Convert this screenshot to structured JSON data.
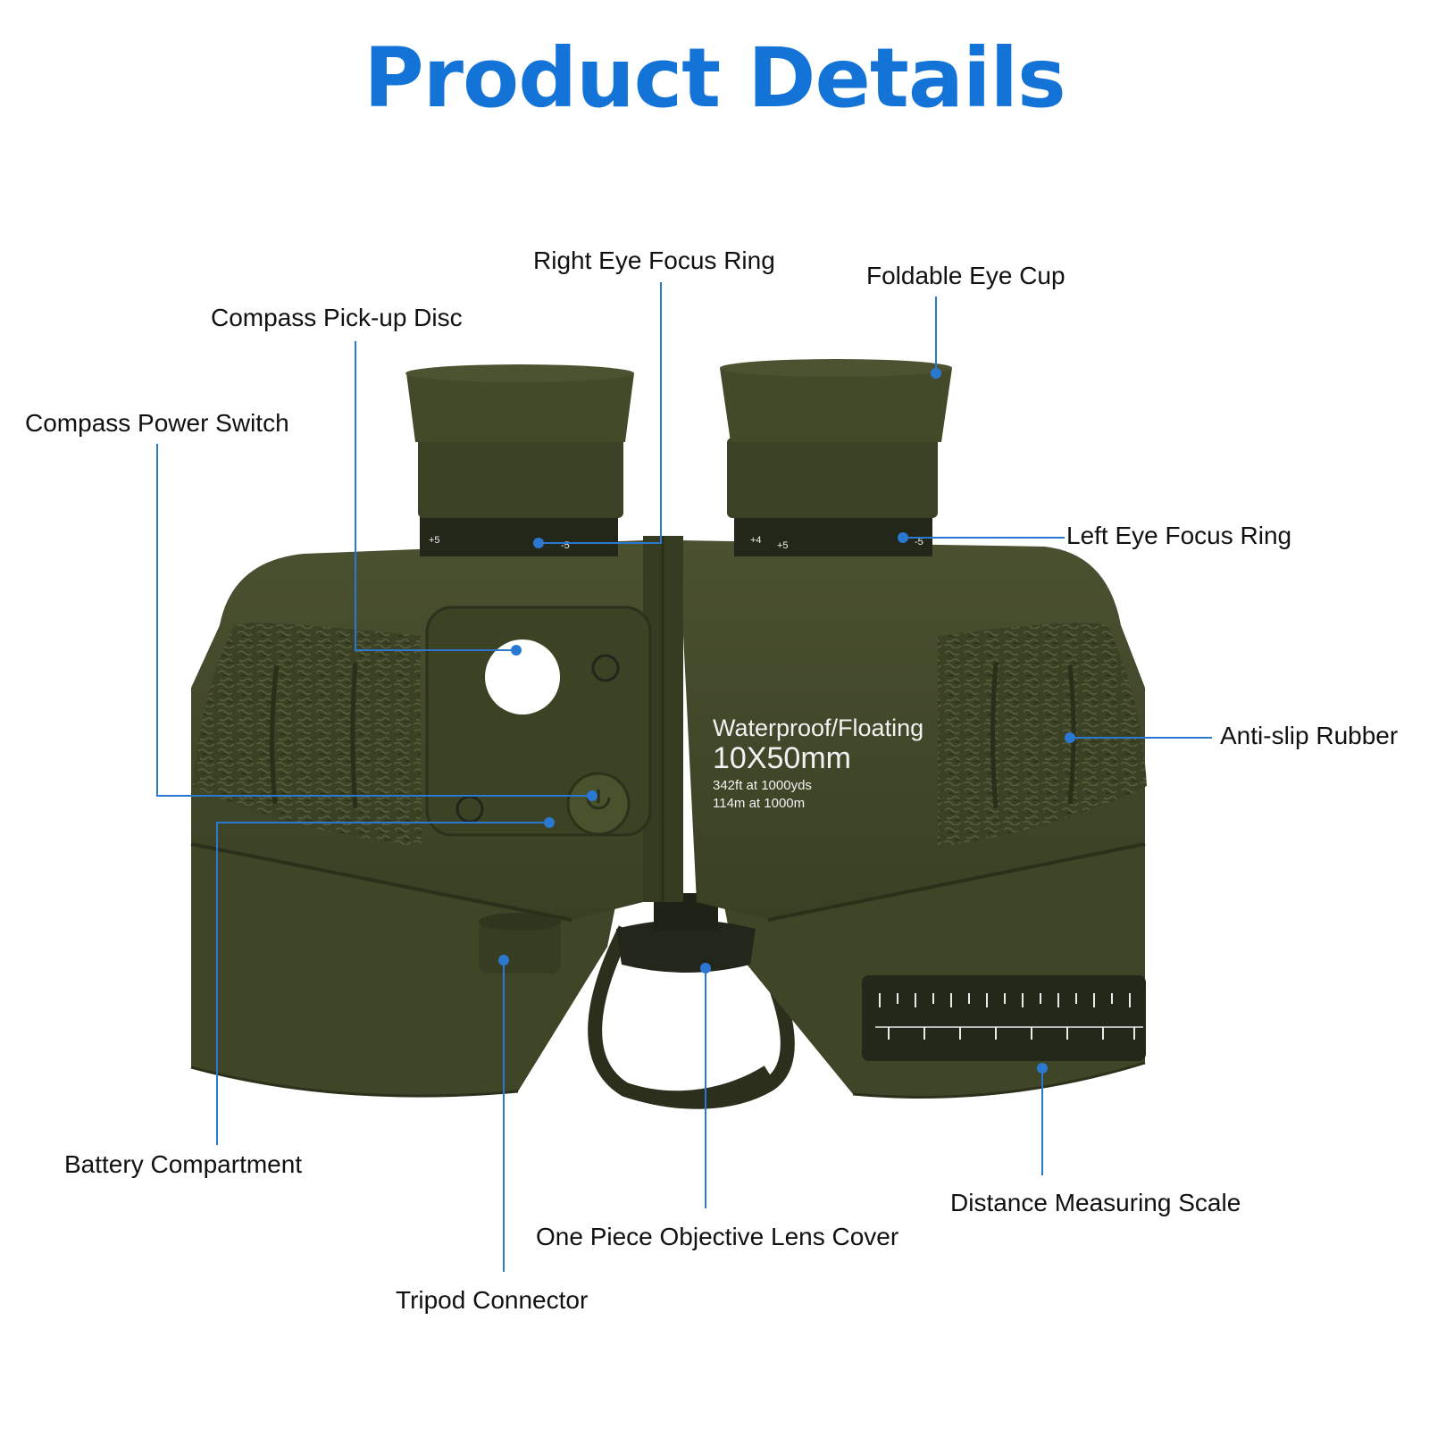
{
  "title": "Product Details",
  "colors": {
    "title": "#1473d6",
    "callout_line": "#2a78d2",
    "body_olive": "#434a2a",
    "rubber_olive": "#3b4124",
    "compass_disc": "#ffffff"
  },
  "engraving": {
    "line1": "Waterproof/Floating",
    "line2": "10X50mm",
    "line3": "342ft at 1000yds",
    "line4": "114m at 1000m"
  },
  "callouts": {
    "right_eye_focus_ring": "Right Eye Focus Ring",
    "foldable_eye_cup": "Foldable Eye Cup",
    "compass_pickup_disc": "Compass Pick-up Disc",
    "compass_power_switch": "Compass Power Switch",
    "left_eye_focus_ring": "Left Eye Focus Ring",
    "anti_slip_rubber": "Anti-slip Rubber",
    "battery_compartment": "Battery Compartment",
    "distance_measuring_scale": "Distance Measuring Scale",
    "objective_lens_cover": "One Piece Objective Lens Cover",
    "tripod_connector": "Tripod Connector"
  }
}
